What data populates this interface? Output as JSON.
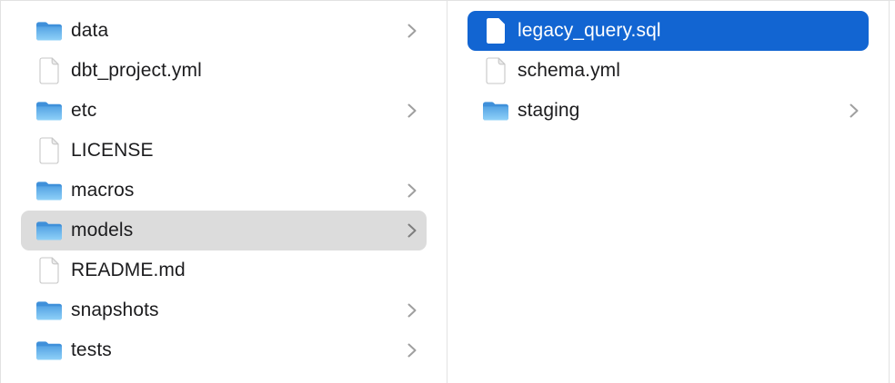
{
  "window": {
    "app": "Finder",
    "view": "column-view"
  },
  "colors": {
    "selection_blue": "#1265d2",
    "selection_gray": "#dcdcdc",
    "divider": "#e2e2e2",
    "text": "#1c1c1e",
    "text_selected": "#ffffff",
    "chevron": "#9f9f9f",
    "chevron_selected": "#7d7d7d",
    "folder_tab": "#3f90da",
    "folder_body_top": "#55a4e4",
    "folder_body_bottom": "#90d1f8"
  },
  "columns": [
    {
      "name": "project-root",
      "items": [
        {
          "label": "data",
          "type": "folder",
          "chevron": true,
          "selected": false
        },
        {
          "label": "dbt_project.yml",
          "type": "file",
          "chevron": false,
          "selected": false
        },
        {
          "label": "etc",
          "type": "folder",
          "chevron": true,
          "selected": false
        },
        {
          "label": "LICENSE",
          "type": "file",
          "chevron": false,
          "selected": false
        },
        {
          "label": "macros",
          "type": "folder",
          "chevron": true,
          "selected": false
        },
        {
          "label": "models",
          "type": "folder",
          "chevron": true,
          "selected": true,
          "selection_style": "inactive"
        },
        {
          "label": "README.md",
          "type": "file",
          "chevron": false,
          "selected": false
        },
        {
          "label": "snapshots",
          "type": "folder",
          "chevron": true,
          "selected": false
        },
        {
          "label": "tests",
          "type": "folder",
          "chevron": true,
          "selected": false
        }
      ]
    },
    {
      "name": "models-folder",
      "items": [
        {
          "label": "legacy_query.sql",
          "type": "file",
          "chevron": false,
          "selected": true,
          "selection_style": "active"
        },
        {
          "label": "schema.yml",
          "type": "file",
          "chevron": false,
          "selected": false
        },
        {
          "label": "staging",
          "type": "folder",
          "chevron": true,
          "selected": false
        }
      ]
    }
  ]
}
